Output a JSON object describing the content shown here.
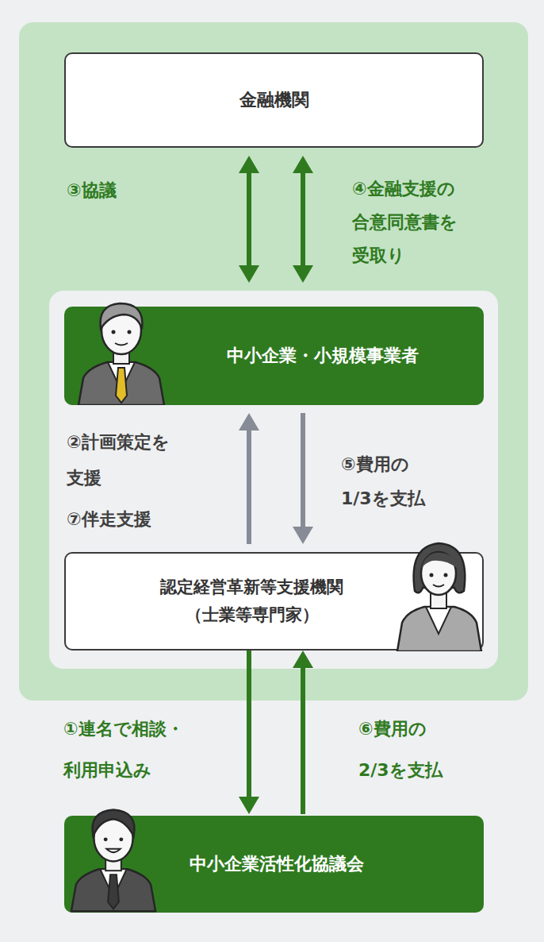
{
  "diagram": {
    "nodes": [
      {
        "text": [
          "金融機関"
        ]
      },
      {
        "text": [
          "中小企業・小規模事業者"
        ]
      },
      {
        "text": [
          "認定経営革新等支援機関",
          "（士業等専門家）"
        ]
      },
      {
        "text": [
          "中小企業活性化協議会"
        ]
      }
    ],
    "edges": [
      {
        "from": 1,
        "to": 0,
        "arrow": "both",
        "label": "③協議"
      },
      {
        "from": 1,
        "to": 0,
        "arrow": "both",
        "label": "④金融支援の合意同意書を受取り"
      },
      {
        "from": 2,
        "to": 1,
        "arrow": "to",
        "label": "②計画策定を支援"
      },
      {
        "from": 1,
        "to": 2,
        "arrow": "to",
        "label": "⑤費用の1/3を支払"
      },
      {
        "from": 2,
        "to": 3,
        "arrow": "to",
        "label": "①連名で相談・利用申込み"
      },
      {
        "from": 3,
        "to": 2,
        "arrow": "to",
        "label": "⑥費用の2/3を支払"
      }
    ],
    "labels": [
      "⑦伴走支援"
    ]
  }
}
